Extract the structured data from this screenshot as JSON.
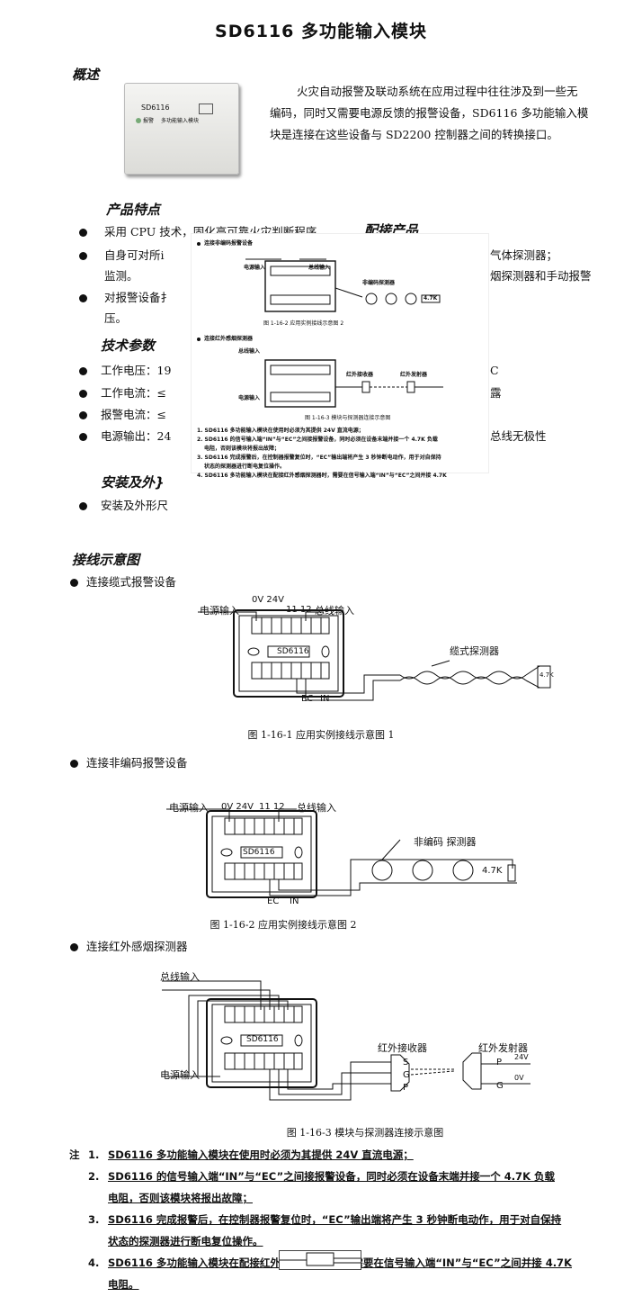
{
  "title": "SD6116 多功能输入模块",
  "overview": {
    "heading": "概述",
    "device_label_model": "SD6116",
    "device_label_text": "多功能输入模块",
    "device_led_label": "报警",
    "para_line1": "火灾自动报警及联动系统在应用过程中往往涉及到一些无",
    "para_line2": "编码，同时又需要电源反馈的报警设备，SD6116 多功能输入模",
    "para_line3": "块是连接在这些设备与 SD2200 控制器之间的转换接口。"
  },
  "features": {
    "heading": "产品特点",
    "items": [
      {
        "text": "采用 CPU 技术，固化高可靠火灾判断程序。"
      },
      {
        "text": "自身可对所i",
        "cont": "监测。",
        "right": "气体探测器；",
        "right2": "烟探测器和手动报警"
      },
      {
        "text": "对报警设备扌",
        "cont": "压。"
      }
    ]
  },
  "specs": {
    "heading": "技术参数",
    "items": [
      {
        "text": "工作电压：19",
        "right": "C"
      },
      {
        "text": "工作电流：≤",
        "right": "露"
      },
      {
        "text": "报警电流：≤"
      },
      {
        "text": "电源输出：24",
        "right": "总线无极性"
      }
    ]
  },
  "install": {
    "heading": "安装及外}",
    "items": [
      {
        "text": "安装及外形尺"
      }
    ]
  },
  "paired": {
    "heading": "配接产品"
  },
  "overlay": {
    "sec1": "连接非编码报警设备",
    "sec1_label_a": "电源输入",
    "sec1_label_b": "总线输入",
    "sec1_label_c": "非编码探测器",
    "sec1_res": "4.7K",
    "sec1_cap": "图 1-16-2  应用实例接线示意图 2",
    "sec2": "连接红外感烟探测器",
    "sec2_label_a": "总线输入",
    "sec2_label_b": "电源输入",
    "sec2_label_c": "红外接收器",
    "sec2_label_d": "红外发射器",
    "sec2_cap": "图 1-16-3  模块与探测器连接示意图",
    "n1": "1.  SD6116 多功能输入模块在使用时必须为其提供 24V 直流电源；",
    "n2": "2.  SD6116 的信号输入端“IN”与“EC”之间接报警设备，同时必须在设备末端并接一个 4.7K 负载",
    "n2b": "电阻，否则该模块将报出故障；",
    "n3": "3.  SD6116 完成报警后，在控制器报警复位时，“EC”输出端将产生 3 秒钟断电动作，用于对自保持",
    "n3b": "状态的探测器进行断电复位操作。",
    "n4": "4.  SD6116 多功能输入模块在配接红外感烟探测器时，需要在信号输入端“IN”与“EC”之间并接 4.7K"
  },
  "wiring": {
    "heading": "接线示意图",
    "d1": {
      "bullet": "连接缆式报警设备",
      "label_power": "电源输入",
      "label_bus": "总线输入",
      "label_0v24v": "0V 24V",
      "label_1112": "11 12",
      "module": "SD6116",
      "label_detector": "缆式探测器",
      "res": "4.7K",
      "label_ec": "EC",
      "label_in": "IN",
      "caption": "图 1-16-1 应用实例接线示意图 1"
    },
    "d2": {
      "bullet": "连接非编码报警设备",
      "label_power": "电源输入",
      "label_bus": "总线输入",
      "label_0v24v": "0V 24V",
      "label_1112": "11 12",
      "module": "SD6116",
      "label_detector": "非编码 探测器",
      "res": "4.7K",
      "label_ec": "EC",
      "label_in": "IN",
      "caption": "图 1-16-2  应用实例接线示意图 2"
    },
    "d3": {
      "bullet": "连接红外感烟探测器",
      "label_bus": "总线输入",
      "label_power": "电源输入",
      "module": "SD6116",
      "label_rx": "红外接收器",
      "label_tx": "红外发射器",
      "rx_s": "S",
      "rx_g": "G",
      "rx_p": "P",
      "tx_p": "P",
      "tx_g": "G",
      "tx_24v": "24V",
      "tx_0v": "0V",
      "caption": "图 1-16-3   模块与探测器连接示意图"
    }
  },
  "notes": {
    "prefix": "注",
    "items": [
      {
        "num": "1.",
        "text": "SD6116 多功能输入模块在使用时必须为其提供 24V 直流电源；"
      },
      {
        "num": "2.",
        "text": "SD6116 的信号输入端“IN”与“EC”之间接报警设备，同时必须在设备末端并接一个 4.7K 负载",
        "cont": "电阻，否则该模块将报出故障；"
      },
      {
        "num": "3.",
        "text": "SD6116 完成报警后，在控制器报警复位时，“EC”输出端将产生 3 秒钟断电动作，用于对自保持",
        "cont": "状态的探测器进行断电复位操作。"
      },
      {
        "num": "4.",
        "text": "SD6116 多功能输入模块在配接红外感烟探测器时，需要在信号输入端“IN”与“EC”之间并接 4.7K",
        "cont": "电阻。"
      }
    ]
  }
}
